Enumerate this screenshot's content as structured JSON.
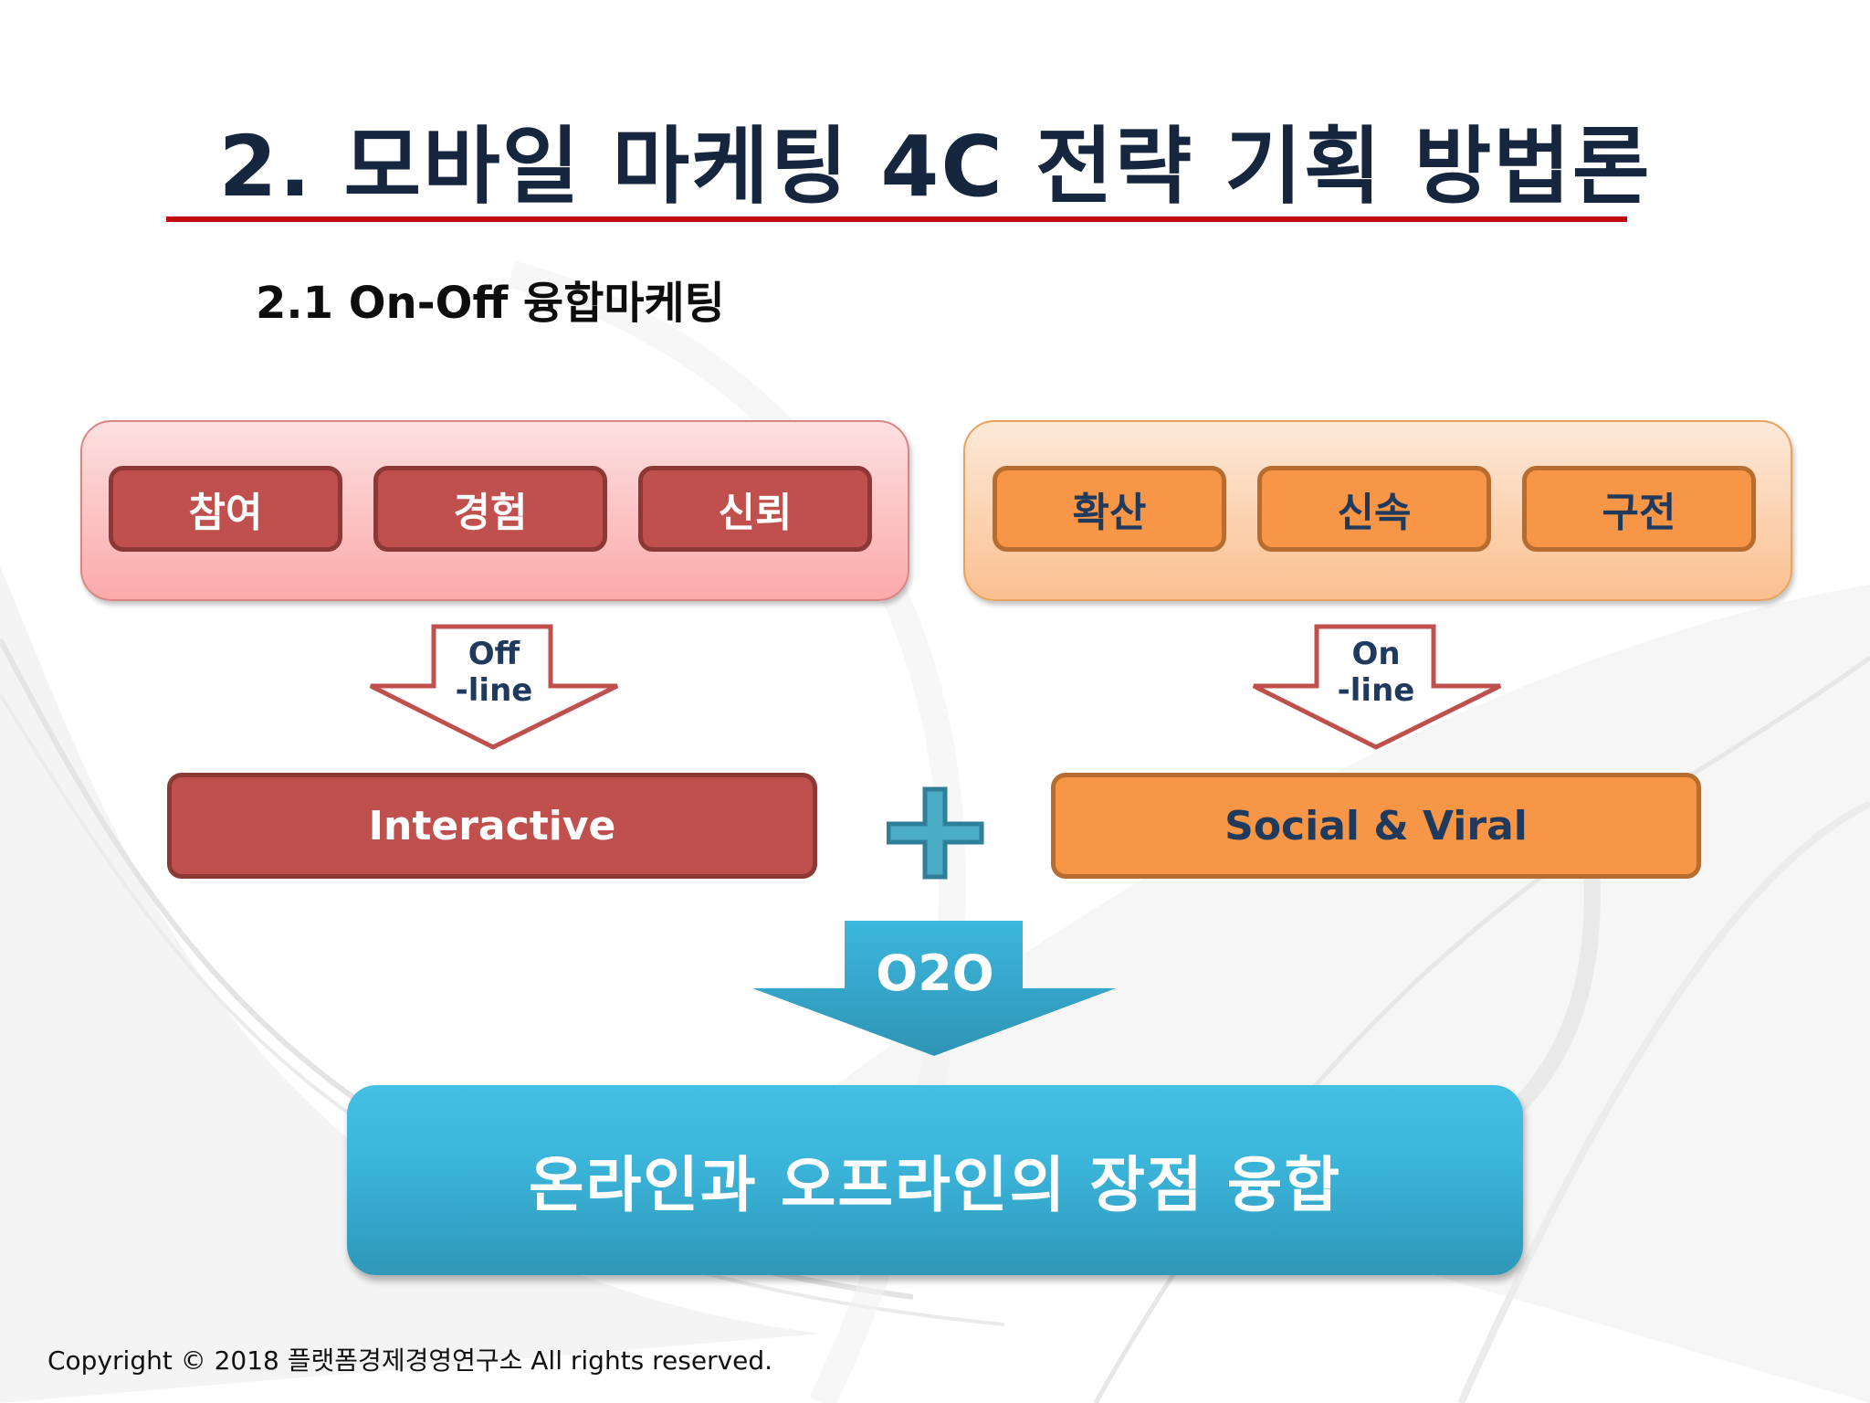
{
  "slide": {
    "title": "2. 모바일 마케팅 4C 전략 기획 방법론",
    "subtitle": "2.1 On-Off 융합마케팅",
    "footer": "Copyright © 2018 플랫폼경제경영연구소 All rights reserved."
  },
  "colors": {
    "title": "#17263f",
    "title_rule": "#c0080e",
    "offline_red": "#c0504d",
    "online_orange": "#f79646",
    "o2o_blue": "#3bb5da",
    "label_navy": "#1f3a5c"
  },
  "offline_group": {
    "items": [
      {
        "label": "참여"
      },
      {
        "label": "경험"
      },
      {
        "label": "신뢰"
      }
    ],
    "arrow_label_line1": "Off",
    "arrow_label_line2": "-line",
    "result_label": "Interactive"
  },
  "online_group": {
    "items": [
      {
        "label": "확산"
      },
      {
        "label": "신속"
      },
      {
        "label": "구전"
      }
    ],
    "arrow_label_line1": "On",
    "arrow_label_line2": "-line",
    "result_label": "Social & Viral"
  },
  "plus_icon": "plus-icon",
  "o2o": {
    "arrow_label": "O2O",
    "result_label": "온라인과 오프라인의 장점 융합"
  }
}
